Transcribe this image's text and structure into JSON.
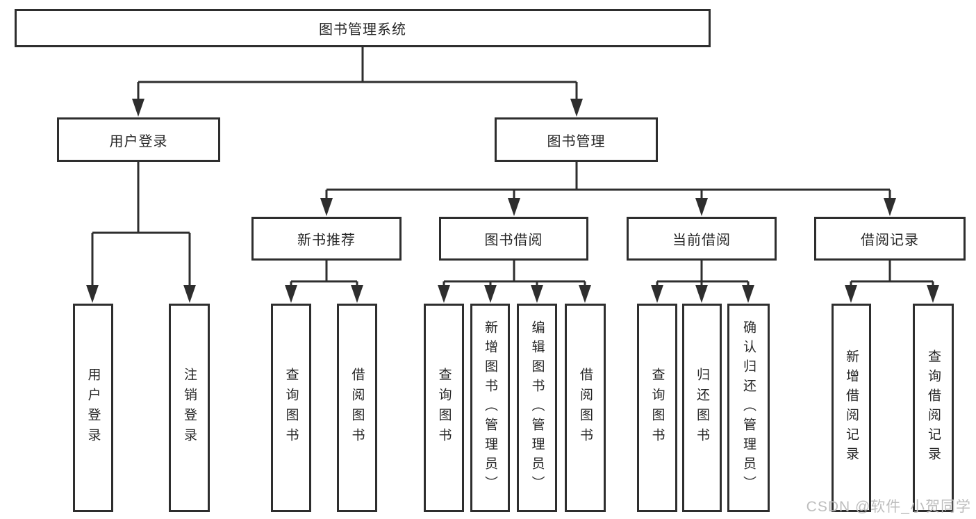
{
  "diagram": {
    "title": "图书管理系统",
    "watermark": "CSDN @软件_小贺同学",
    "colors": {
      "line": "#2e2e2e",
      "text": "#262626",
      "watermark": "#bdbdbd",
      "background": "#ffffff"
    },
    "nodes": [
      {
        "id": "root",
        "label": "图书管理系统"
      },
      {
        "id": "user-login",
        "label": "用户登录"
      },
      {
        "id": "book-management",
        "label": "图书管理"
      },
      {
        "id": "new-book-recommend",
        "label": "新书推荐"
      },
      {
        "id": "book-borrowing",
        "label": "图书借阅"
      },
      {
        "id": "current-borrowing",
        "label": "当前借阅"
      },
      {
        "id": "borrowing-records",
        "label": "借阅记录"
      },
      {
        "id": "user-login-leaf",
        "label": "用户登录"
      },
      {
        "id": "logout",
        "label": "注销登录"
      },
      {
        "id": "query-books-1",
        "label": "查询图书"
      },
      {
        "id": "borrow-books-1",
        "label": "借阅图书"
      },
      {
        "id": "query-books-2",
        "label": "查询图书"
      },
      {
        "id": "add-books-admin",
        "label": "新增图书（管理员）"
      },
      {
        "id": "edit-books-admin",
        "label": "编辑图书（管理员）"
      },
      {
        "id": "borrow-books-2",
        "label": "借阅图书"
      },
      {
        "id": "query-books-3",
        "label": "查询图书"
      },
      {
        "id": "return-books",
        "label": "归还图书"
      },
      {
        "id": "confirm-return-admin",
        "label": "确认归还（管理员）"
      },
      {
        "id": "add-borrow-record",
        "label": "新增借阅记录"
      },
      {
        "id": "query-borrow-record",
        "label": "查询借阅记录"
      }
    ],
    "edges": [
      "图书管理系统→用户登录",
      "图书管理系统→图书管理",
      "用户登录→用户登录",
      "用户登录→注销登录",
      "图书管理→新书推荐",
      "图书管理→图书借阅",
      "图书管理→当前借阅",
      "图书管理→借阅记录",
      "新书推荐→查询图书",
      "新书推荐→借阅图书",
      "图书借阅→查询图书",
      "图书借阅→新增图书（管理员）",
      "图书借阅→编辑图书（管理员）",
      "图书借阅→借阅图书",
      "当前借阅→查询图书",
      "当前借阅→归还图书",
      "当前借阅→确认归还（管理员）",
      "借阅记录→新增借阅记录",
      "借阅记录→查询借阅记录"
    ]
  }
}
